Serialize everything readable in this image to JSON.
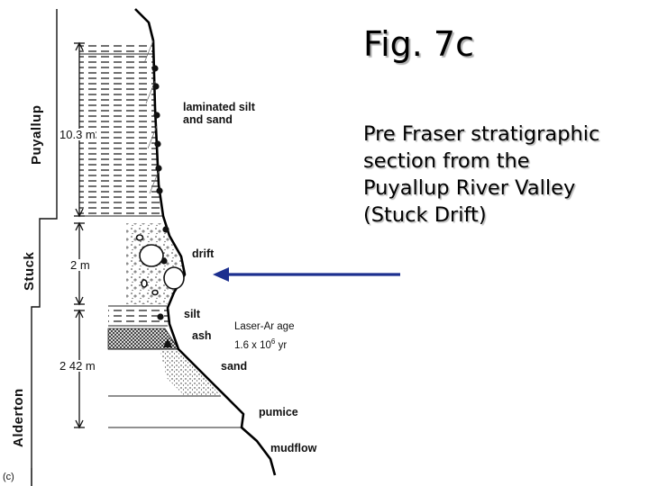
{
  "slide": {
    "title": "Fig. 7c",
    "caption_lines": [
      "Pre Fraser stratigraphic",
      "section from the",
      "Puyallup River Valley",
      "(Stuck Drift)"
    ]
  },
  "diagram": {
    "panel_label": "(c)",
    "units": [
      "Puyallup",
      "Stuck",
      "Alderton"
    ],
    "thicknesses": [
      "10.3 m",
      "2 m",
      "2 42 m"
    ],
    "layers": {
      "laminated_line1": "laminated silt",
      "laminated_line2": "and sand",
      "drift": "drift",
      "silt": "silt",
      "ash": "ash",
      "sand": "sand",
      "pumice": "pumice",
      "mudflow": "mudflow"
    },
    "age_note_line1": "Laser-Ar age",
    "age_note_line2": "1.6 x 10",
    "age_exponent": "6",
    "age_unit": " yr",
    "arrow_color": "#1c2f8f"
  }
}
